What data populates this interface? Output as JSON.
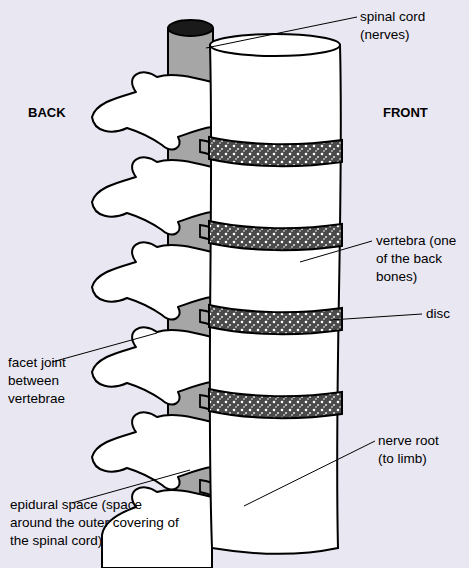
{
  "diagram": {
    "labels": [
      "spinal cord (nerves)",
      "BACK",
      "FRONT",
      "vertebra (one of the back bones)",
      "disc",
      "facet joint between vertebrae",
      "nerve root (to limb)",
      "epidural space (space around the outer covering of the spinal cord)"
    ]
  }
}
